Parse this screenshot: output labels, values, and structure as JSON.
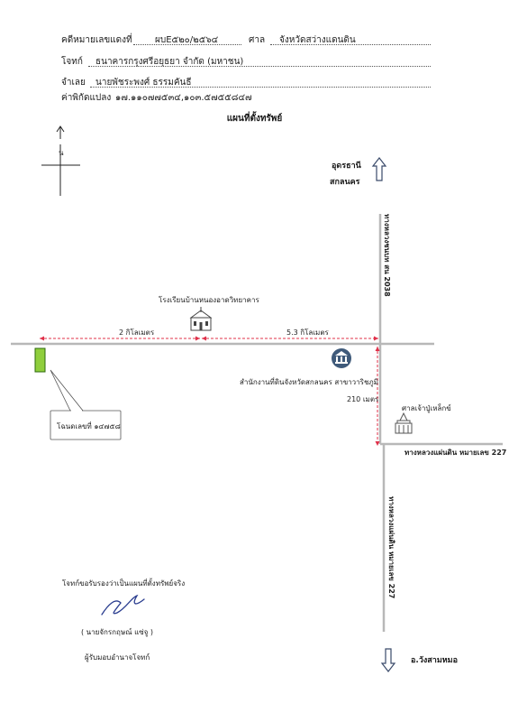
{
  "header": {
    "case_label": "คดีหมายเลขแดงที่",
    "case_value": "ผบE๕๒๐/๒๕๖๔",
    "court_label": "ศาล",
    "court_value": "จังหวัดสว่างแดนดิน",
    "plaintiff_label": "โจทก์",
    "plaintiff_value": "ธนาคารกรุงศรีอยุธยา จำกัด (มหาชน)",
    "defendant_label": "จำเลย",
    "defendant_value": "นายพัชระพงศ์ ธรรมคันธี",
    "coord_label": "ค่าพิกัดแปลง",
    "coord_value": "๑๗.๑๑๐๗๗๕๓๔,๑๐๓.๕๗๕๕๘๔๗"
  },
  "map": {
    "title": "แผนที่ตั้งทรัพย์",
    "north_label": "น",
    "dest_north_1": "อุดรธานี",
    "dest_north_2": "สกลนคร",
    "dest_south": "อ.วังสามหมอ",
    "road_2038": "ทางหลวงชนบท สน 2038",
    "road_227_h": "ทางหลวงแผ่นดิน หมายเลข 227",
    "road_227_v": "ทางหลวงแผ่นดิน หมายเลข 227",
    "school": "โรงเรียนบ้านหนองอาดวิทยาคาร",
    "dist_left": "2 กิโลเมตร",
    "dist_right": "5.3 กิโลเมตร",
    "land_office": "สำนักงานที่ดินจังหวัดสกลนคร สาขาวาริชภูมิ",
    "dist_vertical": "210 เมตร",
    "shrine": "ศาลเจ้าปู่เหล็กข์",
    "deed_label": "โฉนดเลขที่ ๑๔๗๕๘"
  },
  "signature": {
    "certify": "โจทก์ขอรับรองว่าเป็นแผนที่ตั้งทรัพย์จริง",
    "name": "( นายจักรกฤษณ์ แซ่จู )",
    "role": "ผู้รับมอบอำนาจโจทก์"
  },
  "colors": {
    "road": "#b8b8b8",
    "dashed": "#e0304a",
    "parcel_fill": "#8fce3c",
    "parcel_stroke": "#2d6a0c",
    "land_office_icon": "#3f5a7a",
    "arrow": "#3a4a6a"
  }
}
